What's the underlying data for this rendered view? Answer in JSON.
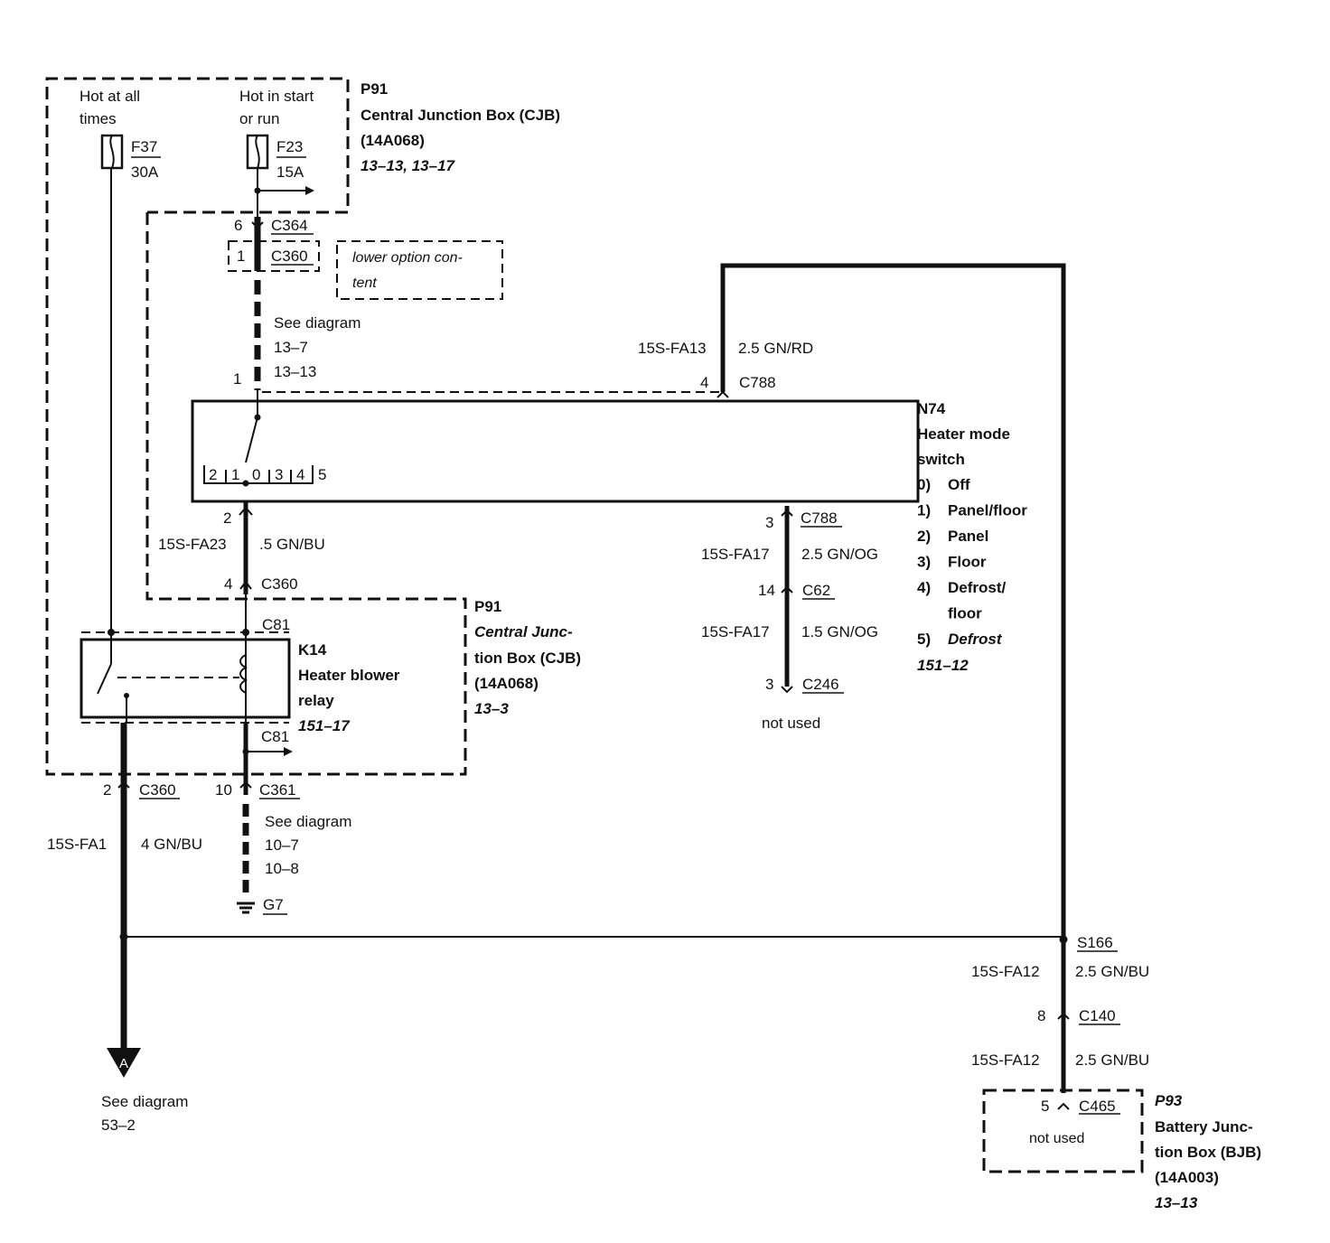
{
  "top_box": {
    "hot_always_1": "Hot at all",
    "hot_always_2": "times",
    "hot_start_1": "Hot in start",
    "hot_start_2": "or run",
    "fuse_a_id": "F37",
    "fuse_a_rating": "30A",
    "fuse_b_id": "F23",
    "fuse_b_rating": "15A",
    "ref": "P91",
    "name": "Central Junction Box (CJB)",
    "part": "(14A068)",
    "pages": "13–13, 13–17"
  },
  "connectors_upper": {
    "pin_6": "6",
    "c364": "C364",
    "pin_1a": "1",
    "c360a": "C360",
    "option_1": "lower option con-",
    "option_2": "tent",
    "see_1": "See diagram",
    "see_2": "13–7",
    "see_3": "13–13",
    "pin_1b": "1"
  },
  "upper_right_wire": {
    "circuit": "15S-FA13",
    "gauge_color": "2.5 GN/RD",
    "pin": "4",
    "connector": "C788"
  },
  "switch": {
    "ref": "N74",
    "name_1": "Heater mode",
    "name_2": "switch",
    "positions": [
      "2",
      "1",
      "0",
      "3",
      "4",
      "5"
    ],
    "legend": [
      {
        "num": "0)",
        "label": "Off"
      },
      {
        "num": "1)",
        "label": "Panel/floor"
      },
      {
        "num": "2)",
        "label": "Panel"
      },
      {
        "num": "3)",
        "label": "Floor"
      },
      {
        "num": "4)",
        "label": "Defrost/"
      },
      {
        "num": "",
        "label": "floor"
      },
      {
        "num": "5)",
        "label": "Defrost"
      }
    ],
    "page": "151–12"
  },
  "left_branch": {
    "pin_2": "2",
    "circuit": "15S-FA23",
    "gauge_color": ".5 GN/BU",
    "pin_4": "4",
    "connector": "C360"
  },
  "right_branch": {
    "pin_3a": "3",
    "c788": "C788",
    "circuit_a": "15S-FA17",
    "gauge_a": "2.5 GN/OG",
    "pin_14": "14",
    "c62": "C62",
    "circuit_b": "15S-FA17",
    "gauge_b": "1.5 GN/OG",
    "pin_3b": "3",
    "c246": "C246",
    "not_used": "not used"
  },
  "relay": {
    "c81_top": "C81",
    "ref": "K14",
    "name_1": "Heater blower",
    "name_2": "relay",
    "page": "151–17",
    "c81_bottom": "C81"
  },
  "lower_box": {
    "ref": "P91",
    "name_1": "Central Junc-",
    "name_2": "tion Box (CJB)",
    "part": "(14A068)",
    "page": "13–3"
  },
  "lower_left": {
    "pin_2": "2",
    "c360": "C360",
    "pin_10": "10",
    "c361": "C361",
    "see_1": "See diagram",
    "see_2": "10–7",
    "see_3": "10–8",
    "ground": "G7",
    "circuit": "15S-FA1",
    "gauge_color": "4 GN/BU",
    "arrow_letter": "A",
    "see_a1": "See diagram",
    "see_a2": "53–2"
  },
  "lower_right": {
    "splice": "S166",
    "circuit_a": "15S-FA12",
    "gauge_a": "2.5 GN/BU",
    "pin_8": "8",
    "c140": "C140",
    "circuit_b": "15S-FA12",
    "gauge_b": "2.5 GN/BU",
    "pin_5": "5",
    "c465": "C465",
    "not_used": "not used",
    "ref": "P93",
    "name_1": "Battery Junc-",
    "name_2": "tion Box (BJB)",
    "part": "(14A003)",
    "page": "13–13"
  }
}
